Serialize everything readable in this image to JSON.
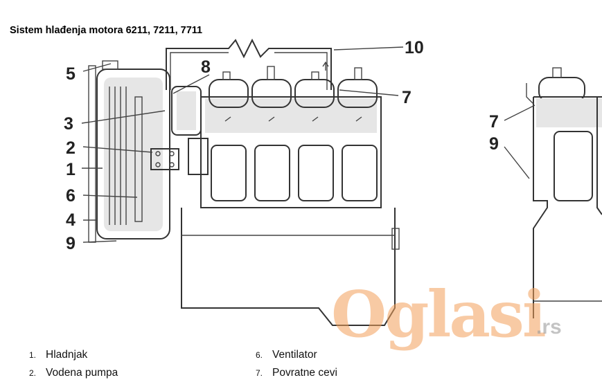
{
  "title": "Sistem hlađenja motora 6211, 7211, 7711",
  "callouts": [
    "5",
    "8",
    "10",
    "3",
    "7",
    "2",
    "1",
    "6",
    "4",
    "9",
    "7",
    "9"
  ],
  "legend": [
    {
      "num": "1.",
      "text": "Hladnjak"
    },
    {
      "num": "2.",
      "text": "Vodena pumpa"
    },
    {
      "num": "6.",
      "text": "Ventilator"
    },
    {
      "num": "7.",
      "text": "Povratne cevi"
    }
  ],
  "watermark": {
    "brand": "Oglasi",
    "tld": ".rs"
  }
}
